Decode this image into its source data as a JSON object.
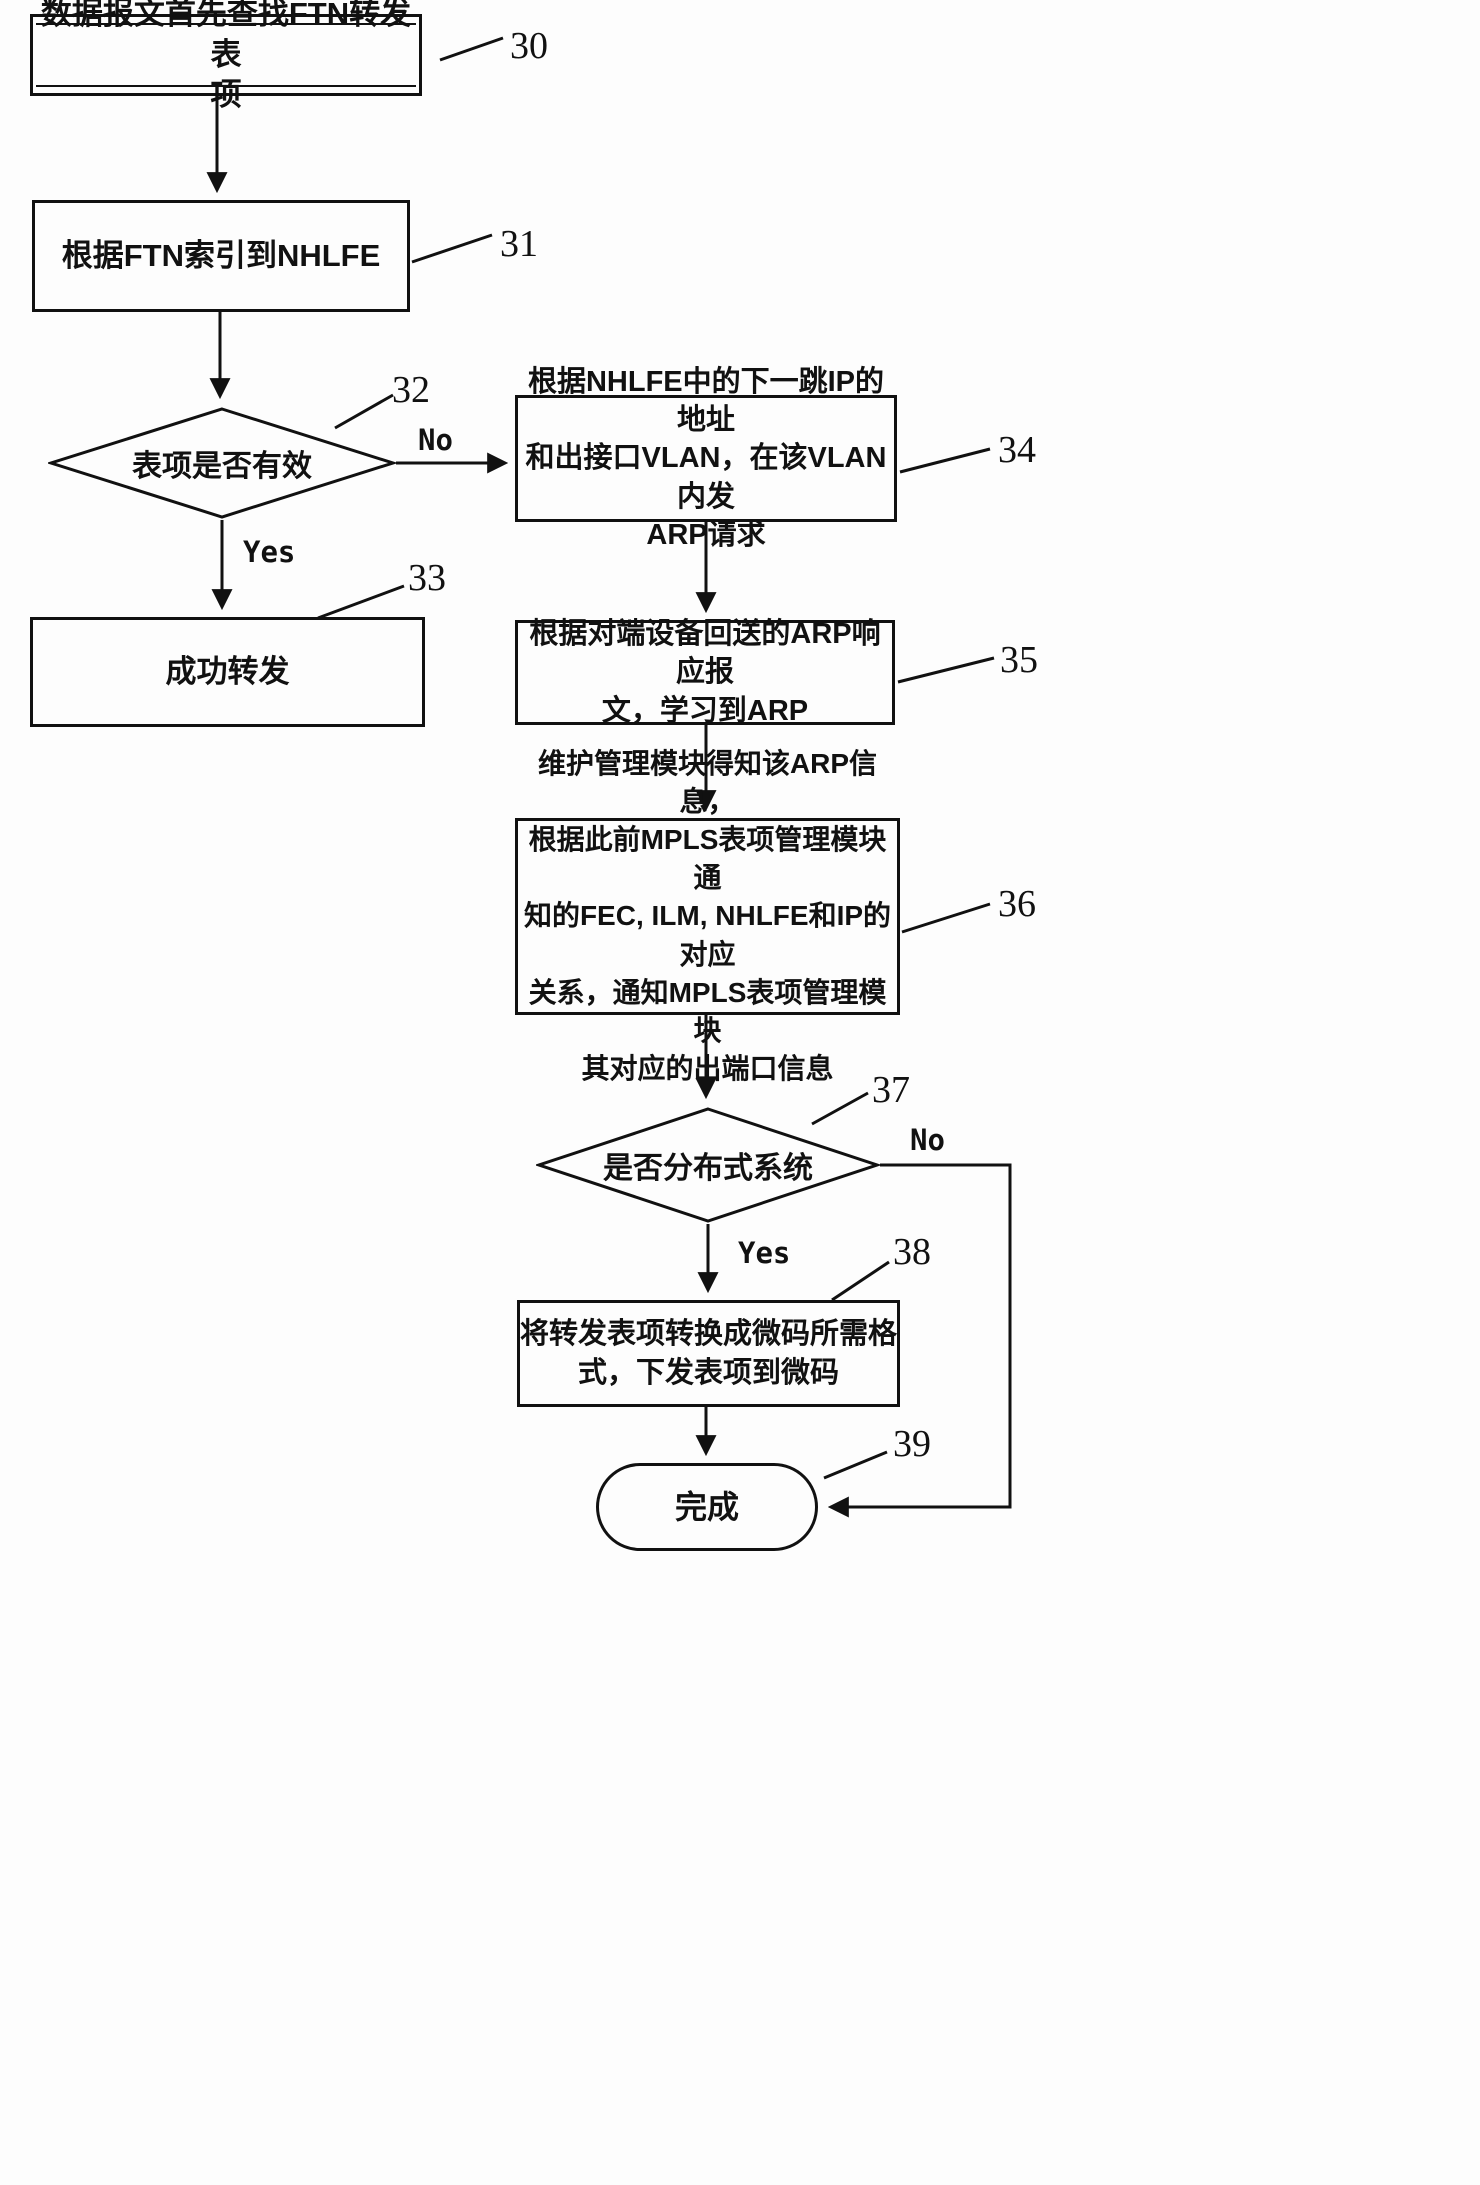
{
  "nodes": {
    "start": {
      "id_label": "30",
      "lines": [
        "数据报文首先查找FTN转发表",
        "项"
      ]
    },
    "index_nhlfe": {
      "id_label": "31",
      "text": "根据FTN索引到NHLFE"
    },
    "entry_valid": {
      "id_label": "32",
      "text": "表项是否有效"
    },
    "forward_success": {
      "id_label": "33",
      "text": "成功转发"
    },
    "send_arp": {
      "id_label": "34",
      "lines": [
        "根据NHLFE中的下一跳IP的地址",
        "和出接口VLAN，在该VLAN内发",
        "ARP请求"
      ]
    },
    "learn_arp": {
      "id_label": "35",
      "lines": [
        "根据对端设备回送的ARP响应报",
        "文，学习到ARP"
      ]
    },
    "notify_module": {
      "id_label": "36",
      "lines": [
        "维护管理模块得知该ARP信息，",
        "根据此前MPLS表项管理模块通",
        "知的FEC, ILM, NHLFE和IP的对应",
        "关系，通知MPLS表项管理模块",
        "其对应的出端口信息"
      ]
    },
    "is_distributed": {
      "id_label": "37",
      "text": "是否分布式系统"
    },
    "convert_microcode": {
      "id_label": "38",
      "lines": [
        "将转发表项转换成微码所需格",
        "式，下发表项到微码"
      ]
    },
    "done": {
      "id_label": "39",
      "text": "完成"
    }
  },
  "edge_labels": {
    "valid_yes": "Yes",
    "valid_no": "No",
    "dist_yes": "Yes",
    "dist_no": "No"
  }
}
